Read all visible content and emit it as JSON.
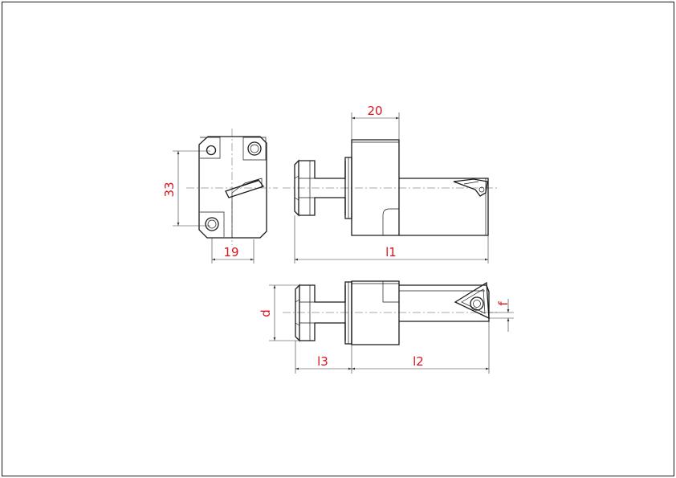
{
  "colors": {
    "line": "#1a1a1a",
    "dimension_text": "#d9141e",
    "background": "#ffffff"
  },
  "dimensions": {
    "height_33": "33",
    "width_19": "19",
    "block_20": "20",
    "length_l1": "l1",
    "diameter_d": "d",
    "offset_f": "f",
    "length_l3": "l3",
    "length_l2": "l2"
  }
}
